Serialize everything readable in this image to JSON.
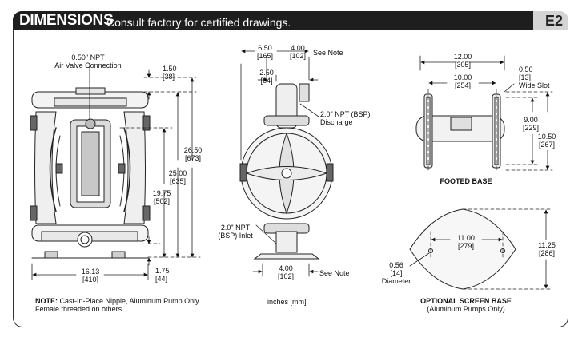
{
  "header": {
    "title": "DIMENSIONS",
    "subtitle": "Consult factory for certified drawings.",
    "page_code": "E2"
  },
  "front_view": {
    "air_valve_label_1": "0.50\" NPT",
    "air_valve_label_2": "Air Valve Connection",
    "dim_top_offset": "1.50",
    "dim_top_offset_mm": "[38]",
    "dim_overall_height": "26.50",
    "dim_overall_height_mm": "[673]",
    "dim_discharge_height": "25.00",
    "dim_discharge_height_mm": "[635]",
    "dim_inlet_height": "19.75",
    "dim_inlet_height_mm": "[502]",
    "dim_width": "16.13",
    "dim_width_mm": "[410]",
    "dim_base_offset": "1.75",
    "dim_base_offset_mm": "[44]"
  },
  "side_view": {
    "dim_overall": "6.50",
    "dim_overall_mm": "[165]",
    "dim_top_depth": "4.00",
    "dim_top_depth_mm": "[102]",
    "see_note_top": "See Note",
    "dim_discharge_offset": "2.50",
    "dim_discharge_offset_mm": "[64]",
    "discharge_label_1": "2.0\" NPT (BSP)",
    "discharge_label_2": "Discharge",
    "inlet_label_1": "2.0\" NPT",
    "inlet_label_2": "(BSP) Inlet",
    "dim_bottom_depth": "4.00",
    "dim_bottom_depth_mm": "[102]",
    "see_note_bottom": "See Note",
    "units_label": "inches [mm]"
  },
  "footed_base": {
    "dim_overall_width": "12.00",
    "dim_overall_width_mm": "[305]",
    "dim_slot_spacing": "10.00",
    "dim_slot_spacing_mm": "[254]",
    "dim_slot": "0.50",
    "dim_slot_mm": "[13]",
    "slot_label": "Wide Slot",
    "dim_inner_depth": "9.00",
    "dim_inner_depth_mm": "[229]",
    "dim_outer_depth": "10.50",
    "dim_outer_depth_mm": "[267]",
    "caption": "FOOTED BASE"
  },
  "screen_base": {
    "dim_hole_spacing": "11.00",
    "dim_hole_spacing_mm": "[279]",
    "dim_height": "11.25",
    "dim_height_mm": "[286]",
    "dim_hole_diameter": "0.56",
    "dim_hole_diameter_mm": "[14]",
    "hole_label": "Diameter",
    "caption_1": "OPTIONAL SCREEN BASE",
    "caption_2": "(Aluminum Pumps Only)"
  },
  "note": {
    "prefix": "NOTE:",
    "line_1": "Cast-In-Place Nipple, Aluminum Pump Only.",
    "line_2": "Female threaded on others."
  }
}
